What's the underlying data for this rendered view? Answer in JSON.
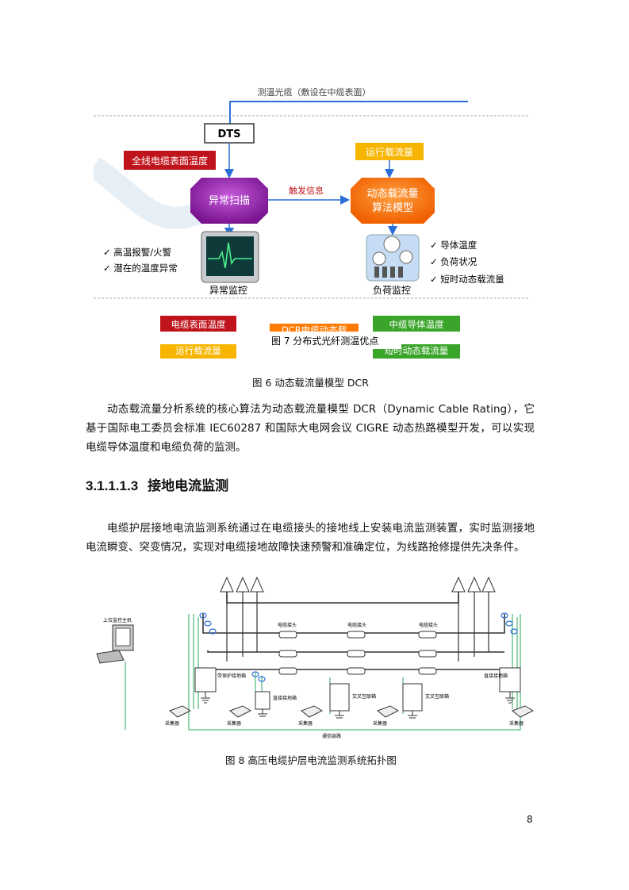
{
  "figure1": {
    "cable_label": "测温光缆（敷设在中缆表面）",
    "dts": "DTS",
    "surface_temp": "全线电缆表面温度",
    "current_box": "运行载流量",
    "anomaly_scan": "异常扫描",
    "trigger_info": "触发信息",
    "dcr_model_line1": "动态载流量",
    "dcr_model_line2": "算法模型",
    "checks_left": [
      "高温报警/火警",
      "潜在的温度异常"
    ],
    "checks_right": [
      "导体温度",
      "负荷状况",
      "短时动态载流量"
    ],
    "anomaly_monitor": "异常监控",
    "load_monitor": "负荷监控",
    "bottom_red": "电缆表面温度",
    "bottom_orange": "DCR电缆动态载",
    "bottom_green": "中缆导体温度",
    "bottom_yellow": "运行载流量",
    "bottom_green2": "短时动态载流量",
    "overlay_caption": "图 7 分布式光纤测温优点"
  },
  "caption1": "图 6 动态载流量模型 DCR",
  "para1": "动态载流量分析系统的核心算法为动态载流量模型 DCR（Dynamic Cable Rating），它基于国际电工委员会标准 IEC60287 和国际大电网会议 CIGRE 动态热路模型开发，可以实现电缆导体温度和电缆负荷的监测。",
  "heading": {
    "number": "3.1.1.1.3",
    "title": "接地电流监测"
  },
  "para2": "电缆护层接地电流监测系统通过在电缆接头的接地线上安装电流监测装置，实时监测接地电流瞬变、突变情况，实现对电缆接地故障快速预警和准确定位，为线路抢修提供先决条件。",
  "figure2": {
    "host_label": "上位监控主机",
    "joint_label": "电缆接头",
    "protect_box": "带保护接地箱",
    "direct_box": "直接接地箱",
    "cross_box": "交叉互联箱",
    "collector": "采集器",
    "comm_line": "通信链路"
  },
  "caption2": "图 8 高压电缆护层电流监测系统拓扑图",
  "page_number": "8",
  "colors": {
    "red": "#c0141c",
    "orange": "#ff7a00",
    "purple": "#8a1fa0",
    "green": "#3aa52a",
    "yellow": "#f7b500",
    "blue": "#2a6fd8"
  }
}
